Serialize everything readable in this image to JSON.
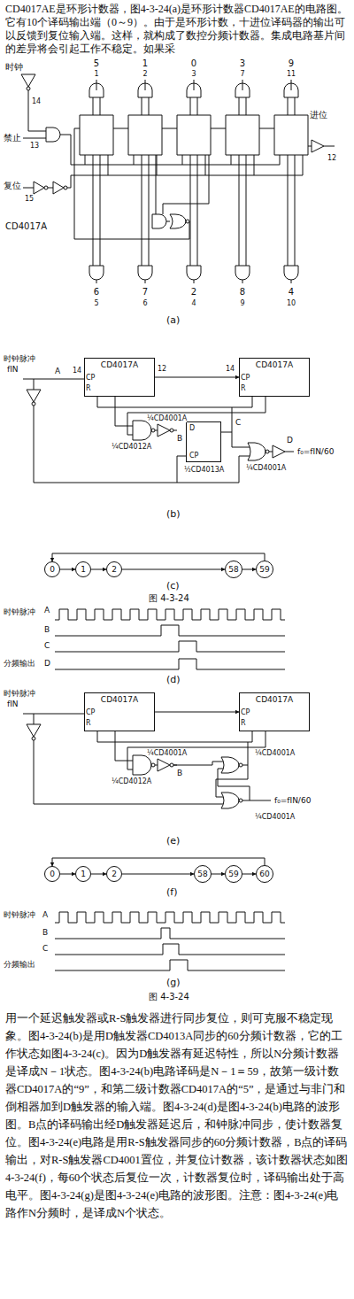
{
  "diagram": {
    "nodes": [
      {
        "text": [
          "CD4017A"
        ]
      },
      {
        "text": [
          "CD4017A"
        ]
      },
      {
        "text": [
          "D",
          "CP"
        ]
      },
      {
        "text": [
          "0"
        ]
      },
      {
        "text": [
          "1"
        ]
      },
      {
        "text": [
          "2"
        ]
      },
      {
        "text": [
          "58"
        ]
      },
      {
        "text": [
          "59"
        ]
      },
      {
        "text": [
          "CD4017A"
        ]
      },
      {
        "text": [
          "CD4017A"
        ]
      },
      {
        "text": [
          "0"
        ]
      },
      {
        "text": [
          "1"
        ]
      },
      {
        "text": [
          "2"
        ]
      },
      {
        "text": [
          "58"
        ]
      },
      {
        "text": [
          "59"
        ]
      },
      {
        "text": [
          "60"
        ]
      }
    ],
    "edges": [
      {
        "from": 0,
        "to": 1,
        "arrow": "to"
      },
      {
        "from": 3,
        "to": 4,
        "arrow": "to"
      },
      {
        "from": 4,
        "to": 5,
        "arrow": "to"
      },
      {
        "from": 5,
        "to": 6,
        "arrow": "to"
      },
      {
        "from": 6,
        "to": 7,
        "arrow": "to"
      },
      {
        "from": 7,
        "to": 3,
        "arrow": "to"
      },
      {
        "from": 8,
        "to": 9,
        "arrow": "to"
      },
      {
        "from": 10,
        "to": 11,
        "arrow": "to"
      },
      {
        "from": 11,
        "to": 12,
        "arrow": "to"
      },
      {
        "from": 12,
        "to": 13,
        "arrow": "to"
      },
      {
        "from": 13,
        "to": 14,
        "arrow": "to"
      },
      {
        "from": 14,
        "to": 15,
        "arrow": "to"
      },
      {
        "from": 15,
        "to": 10,
        "arrow": "to"
      }
    ],
    "labels": [
      "CD4017AE是环形计数器，图4-3-24(a)是环形计数器CD4017AE的电路图。它有10个译码输出端（0～9）。由于是环形计数，十进位译码器的输出可以反馈到复位输入端。这样，就构成了数控分频计数器。集成电路基片间的差异将会引起工作不稳定。如果采",
      "时钟",
      "14",
      "禁止",
      "13",
      "复位",
      "15",
      "5",
      "1",
      "1",
      "2",
      "0",
      "3",
      "3",
      "7",
      "9",
      "11",
      "CD4017A",
      "进位",
      "12",
      "6",
      "5",
      "7",
      "6",
      "2",
      "4",
      "8",
      "9",
      "4",
      "10",
      "(a)",
      "时钟脉冲",
      "fIN",
      "A",
      "14",
      "CP",
      "R",
      "12",
      "14",
      "CP",
      "R",
      "B",
      "¼CD4012A",
      "¼CD4001A",
      "½CD4013A",
      "C",
      "¼CD4001A",
      "D",
      "f₀=fIN/60",
      "(b)",
      "(c)",
      "图 4-3-24",
      "A",
      "时钟脉冲",
      "B",
      "C",
      "分频输出",
      "D",
      "(d)",
      "时钟脉冲",
      "fIN",
      "CP",
      "R",
      "CP",
      "R",
      "¼CD4012A",
      "¼CD4001A",
      "B",
      "¼CD4001A",
      "¼CD4001A",
      "f₀=fIN/60",
      "(e)",
      "(f)",
      "时钟脉冲",
      "A",
      "B",
      "C",
      "分频输出",
      "(g)",
      "图 4-3-24",
      "用一个延迟触发器或R-S触发器进行同步复位，则可克服不稳定现象。图4-3-24(b)是用D触发器CD4013A同步的60分频计数器，它的工作状态如图4-3-24(c)。因为D触发器有延迟特性，所以N分频计数器是译成N－1状态。图4-3-24(b)电路译码是N－1＝59，故第一级计数器CD4017A的“9”，和第二级计数器CD4017A的“5”，是通过与非门和倒相器加到D触发器的输入端。图4-3-24(d)是图4-3-24(b)电路的波形图。B点的译码输出经D触发器延迟后，和钟脉冲同步，使计数器复位。图4-3-24(e)电路是用R-S触发器同步的60分频计数器，B点的译码输出，对R-S触发器CD4001置位，并复位计数器，该计数器状态如图4-3-24(f)，每60个状态后复位一次，计数器复位时，译码输出处于高电平。图4-3-24(g)是图4-3-24(e)电路的波形图。注意：图4-3-24(e)电路作N分频时，是译成N个状态。"
    ]
  }
}
